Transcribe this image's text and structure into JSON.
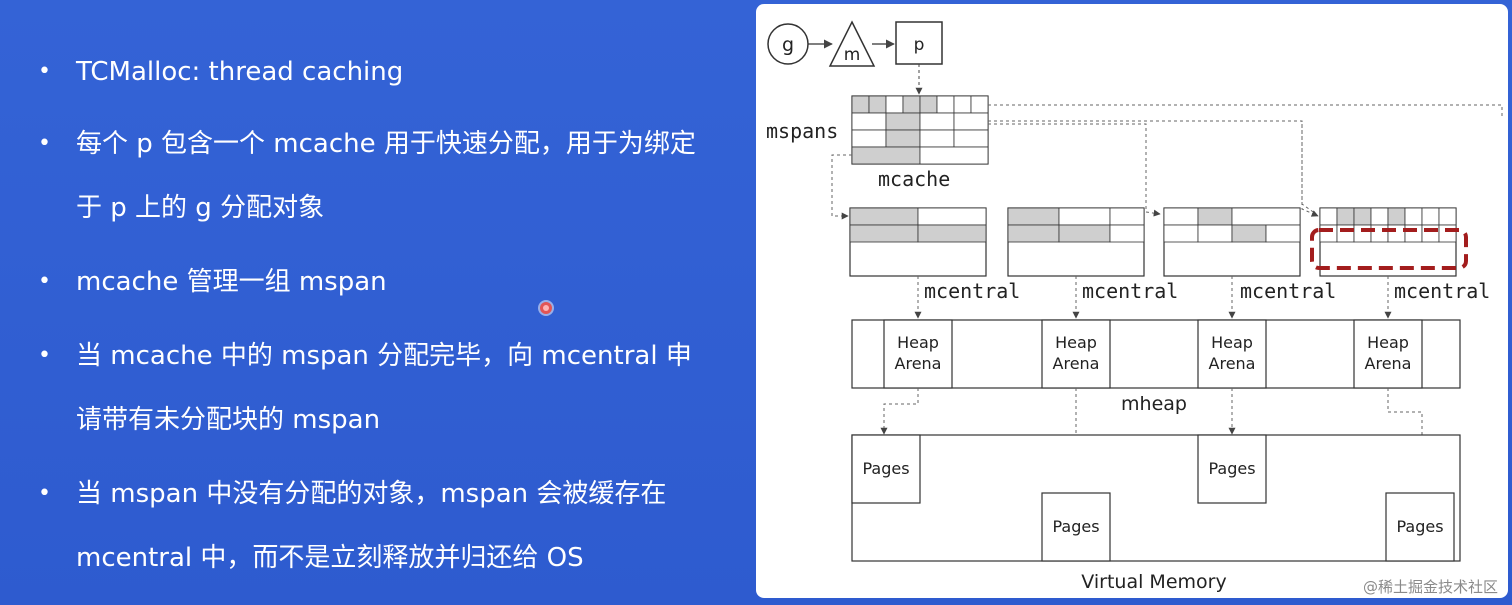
{
  "bullets": [
    "TCMalloc: thread caching",
    "每个 p 包含一个 mcache 用于快速分配，用于为绑定于 p 上的 g 分配对象",
    "mcache 管理一组 mspan",
    "当 mcache 中的 mspan 分配完毕，向 mcentral 申请带有未分配块的 mspan",
    "当 mspan 中没有分配的对象，mspan 会被缓存在 mcentral 中，而不是立刻释放并归还给 OS"
  ],
  "bullet_lines": {
    "b2_line1": "每个 p 包含一个 mcache 用于快速分配，用于为绑定",
    "b2_line2": "于 p 上的 g 分配对象",
    "b4_line1": "当 mcache 中的 mspan 分配完毕，向 mcentral 申",
    "b4_line2": "请带有未分配块的 mspan",
    "b5_line1": "当 mspan 中没有分配的对象，mspan 会被缓存在",
    "b5_line2": "mcentral 中，而不是立刻释放并归还给 OS"
  },
  "bullet_marker": "•",
  "diagram": {
    "g_label": "g",
    "m_label": "m",
    "p_label": "p",
    "mspans_label": "mspans",
    "mcache_label": "mcache",
    "mcentral_labels": [
      "mcentral",
      "mcentral",
      "mcentral",
      "mcentral"
    ],
    "heap_arena_line1": "Heap",
    "heap_arena_line2": "Arena",
    "mheap_label": "mheap",
    "pages_label": "Pages",
    "virtual_memory_label": "Virtual Memory"
  },
  "colors": {
    "background": "#2f5fd3",
    "text": "#ffffff",
    "highlight_dash": "#a31d1d",
    "cell_fill": "#cfcfcf"
  },
  "watermark": "@稀土掘金技术社区"
}
